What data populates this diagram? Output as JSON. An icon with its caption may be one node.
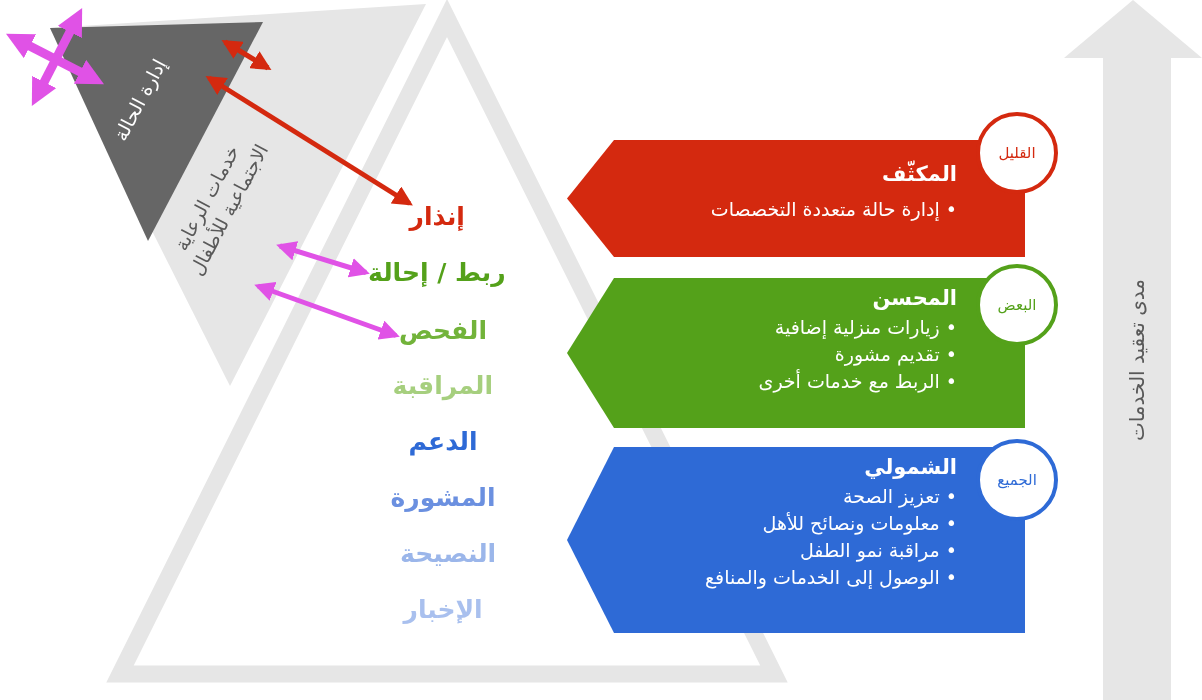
{
  "diagram": {
    "nodes": [
      {
        "text": [],
        "shape": "triangle"
      },
      {
        "text": [
          "إنذار"
        ],
        "in": 0
      },
      {
        "text": [
          "ربط / إحالة"
        ],
        "in": 0
      },
      {
        "text": [
          "الفحص"
        ],
        "in": 0
      },
      {
        "text": [
          "المراقبة"
        ],
        "in": 0
      },
      {
        "text": [
          "الدعم"
        ],
        "in": 0
      },
      {
        "text": [
          "المشورة"
        ],
        "in": 0
      },
      {
        "text": [
          "النصيحة"
        ],
        "in": 0
      },
      {
        "text": [
          "الإخبار"
        ],
        "in": 0
      },
      {
        "text": [
          "خدمات الرعاية الاجتماعية للأطفال"
        ]
      },
      {
        "text": [
          "إدارة الحالة"
        ],
        "in": 9
      },
      {
        "text": [
          "المكثّف",
          "• إدارة حالة متعددة التخصصات"
        ]
      },
      {
        "text": [
          "القليل"
        ]
      },
      {
        "text": [
          "المحسن",
          "• زيارات منزلية إضافية",
          "• تقديم مشورة",
          "• الربط مع خدمات أخرى"
        ]
      },
      {
        "text": [
          "البعض"
        ]
      },
      {
        "text": [
          "الشمولي",
          "• تعزيز الصحة",
          "• معلومات ونصائح للأهل",
          "• مراقبة نمو الطفل",
          "• الوصول إلى الخدمات والمنافع"
        ]
      },
      {
        "text": [
          "الجميع"
        ]
      },
      {
        "text": [
          "مدى تعقيد الخدمات"
        ]
      }
    ],
    "edges": [
      {
        "from": 10,
        "to": 9,
        "arrow": "both",
        "color": "#d4290f"
      },
      {
        "from": 10,
        "to": 1,
        "arrow": "both",
        "color": "#d4290f"
      },
      {
        "from": 9,
        "to": 2,
        "arrow": "both",
        "color": "#e052e6"
      },
      {
        "from": 9,
        "to": 3,
        "arrow": "both",
        "color": "#e052e6"
      }
    ]
  }
}
